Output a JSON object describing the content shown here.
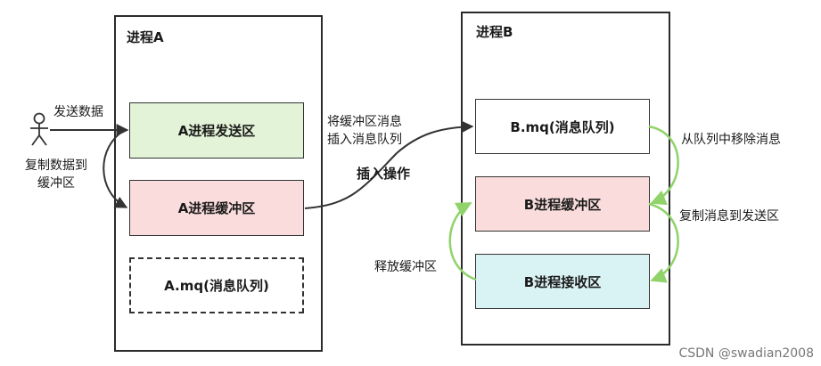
{
  "process_a": {
    "title": "进程A",
    "send_area": "A进程发送区",
    "buffer": "A进程缓冲区",
    "mq": "A.mq(消息队列)"
  },
  "process_b": {
    "title": "进程B",
    "mq": "B.mq(消息队列)",
    "buffer": "B进程缓冲区",
    "recv_area": "B进程接收区"
  },
  "labels": {
    "send_data": "发送数据",
    "copy_line1": "复制数据到",
    "copy_line2": "缓冲区",
    "enqueue_line1": "将缓冲区消息",
    "enqueue_line2": "插入消息队列",
    "insert_op": "插入操作",
    "remove_from_queue": "从队列中移除消息",
    "copy_to_send": "复制消息到发送区",
    "release_buffer": "释放缓冲区"
  },
  "colors": {
    "send_area": "#e2f3d7",
    "buffer": "#fadcdc",
    "recv_area": "#d9f2f4",
    "green_arrow": "#8fd36a"
  },
  "watermark": "CSDN @swadian2008"
}
